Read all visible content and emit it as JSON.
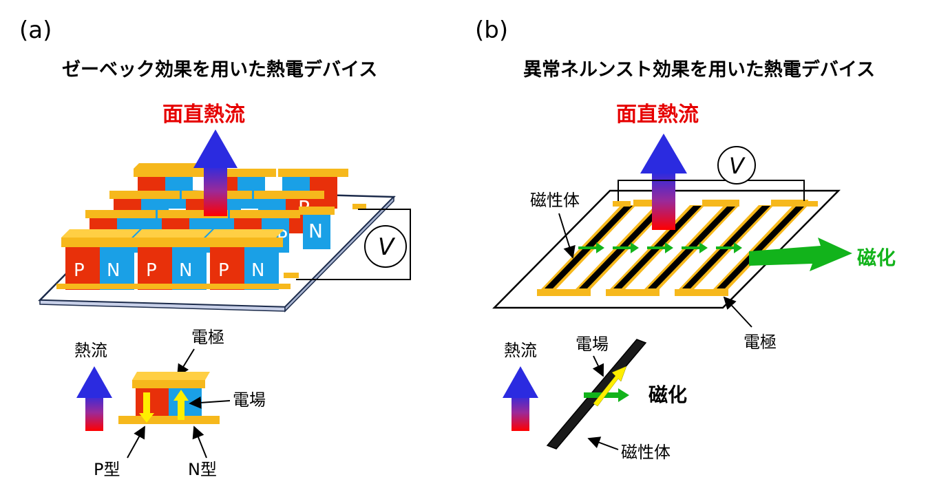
{
  "panel_a": {
    "label": "(a)",
    "title": "ゼーベック効果を用いた熱電デバイス",
    "heat_flow_label": "面直熱流",
    "voltmeter": "V",
    "module_letters": [
      "P",
      "N",
      "P",
      "N",
      "P",
      "N",
      "N",
      "P",
      "P"
    ],
    "legend": {
      "heat_flow": "熱流",
      "electrode": "電極",
      "electric_field": "電場",
      "p_type": "P型",
      "n_type": "N型"
    }
  },
  "panel_b": {
    "label": "(b)",
    "title": "異常ネルンスト効果を用いた熱電デバイス",
    "heat_flow_label": "面直熱流",
    "voltmeter": "V",
    "magnetic_body": "磁性体",
    "magnetization": "磁化",
    "electrode": "電極",
    "legend": {
      "heat_flow": "熱流",
      "electric_field": "電場",
      "magnetization": "磁化",
      "magnetic_body": "磁性体"
    }
  },
  "colors": {
    "p_type": "#e8300a",
    "n_type": "#1aa0e6",
    "electrode": "#f6b81c",
    "magnetization": "#12b31b",
    "heat_flow_title": "#e60000",
    "field_arrow": "#ffee00"
  }
}
